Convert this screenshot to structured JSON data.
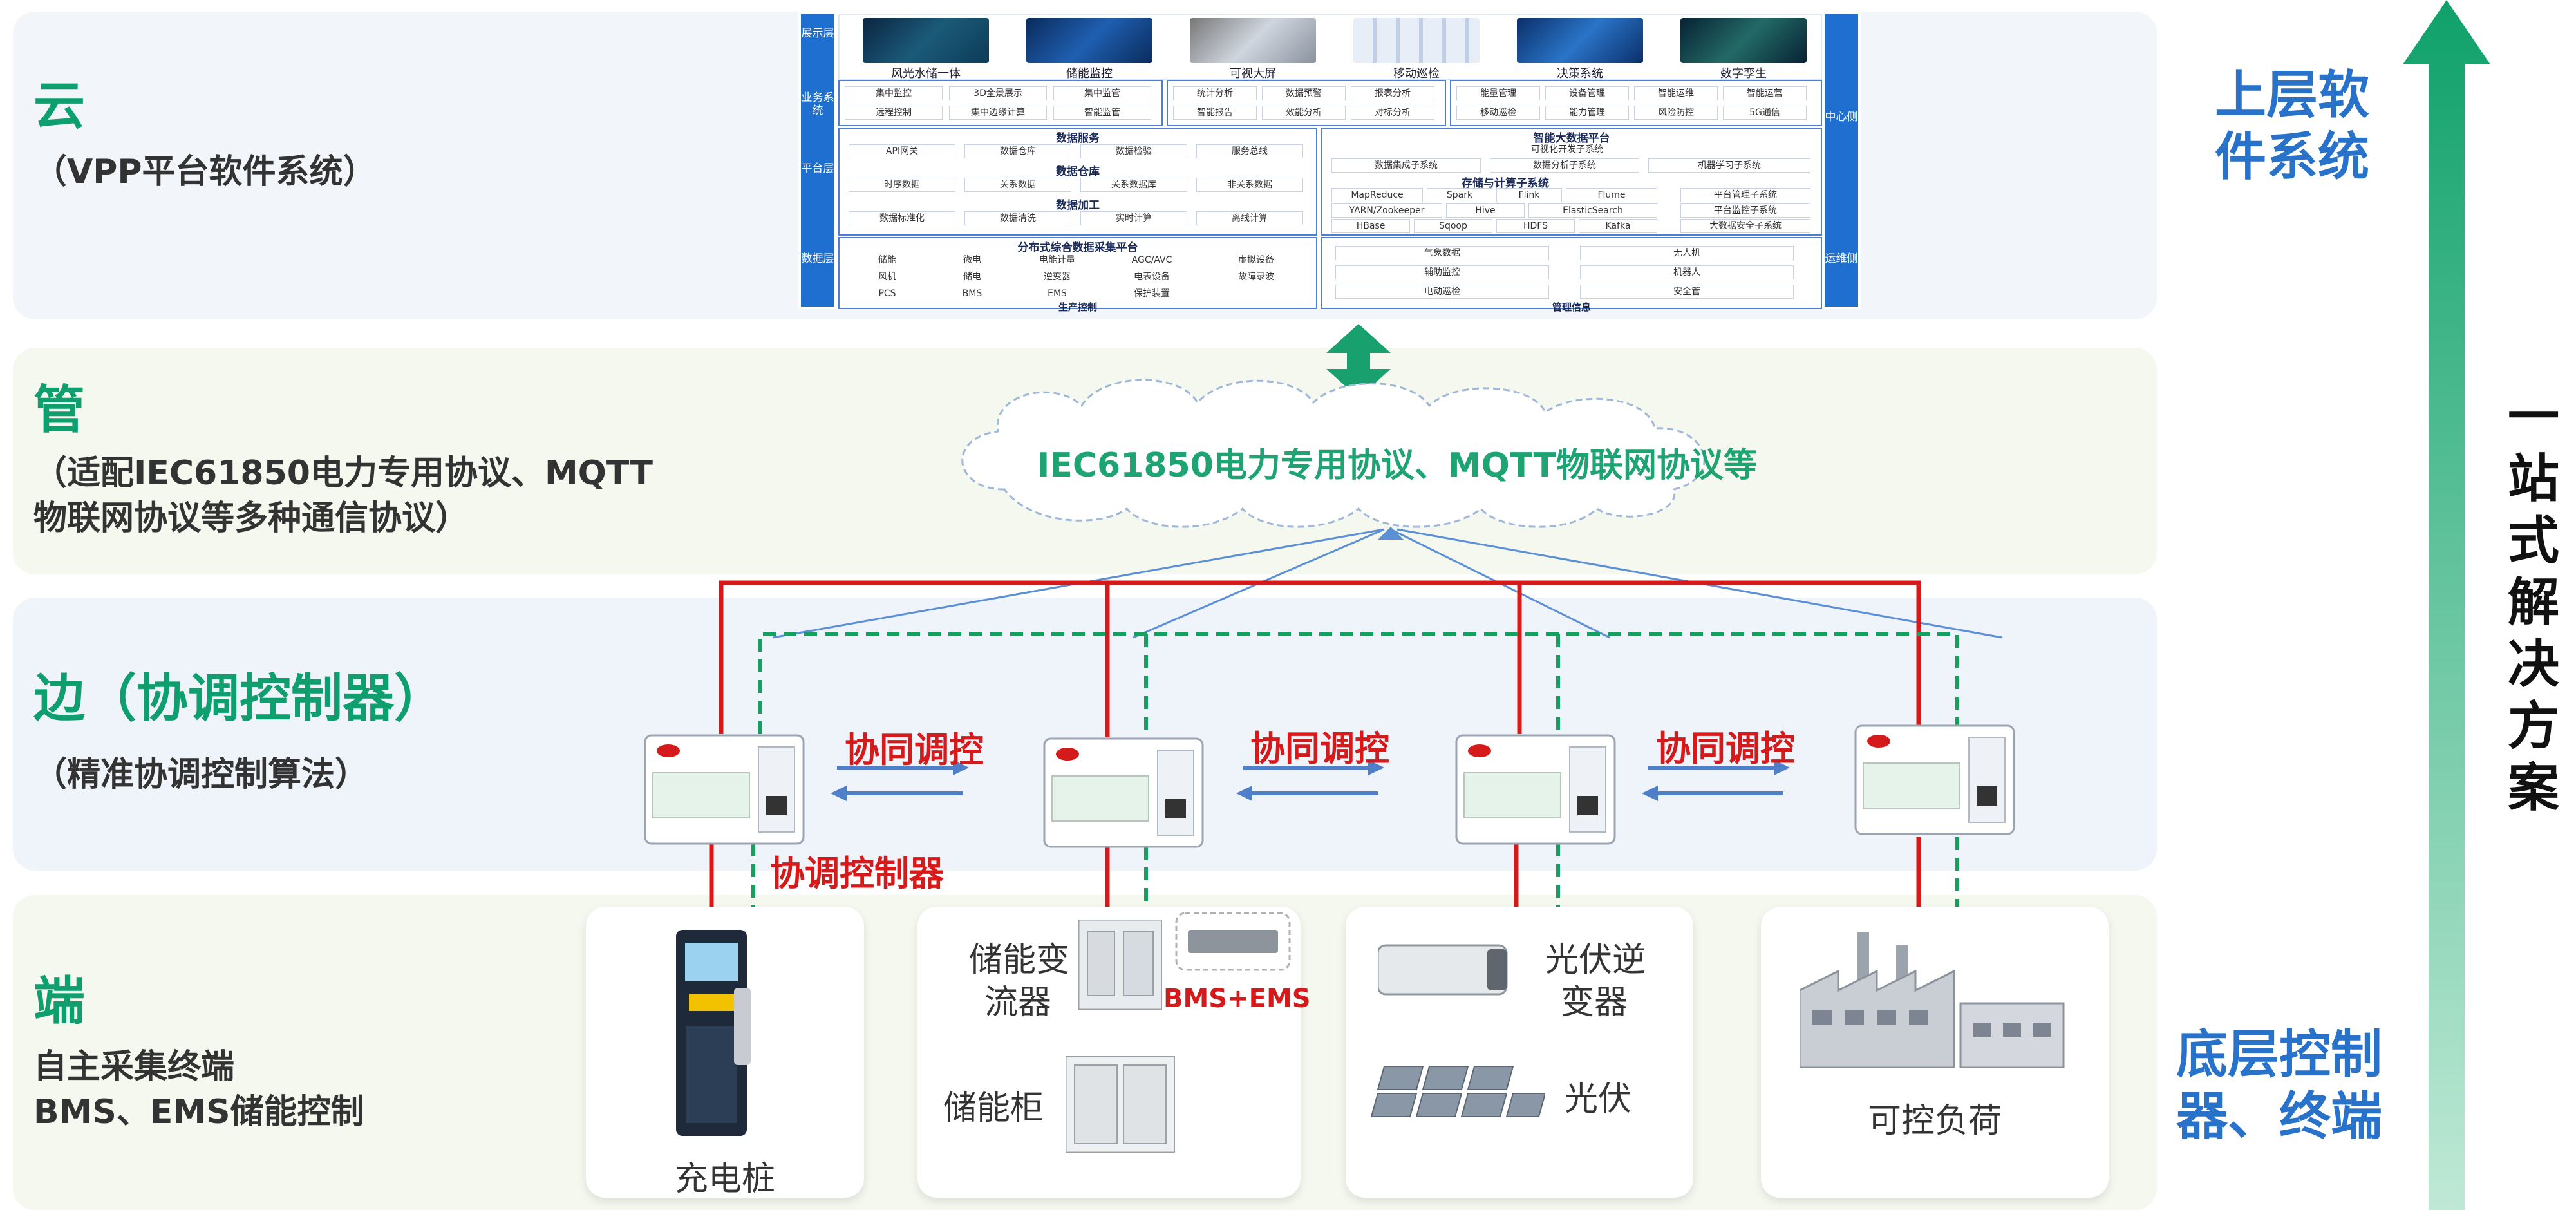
{
  "layers": {
    "cloud": {
      "title": "云",
      "subtitle": "（VPP平台软件系统）"
    },
    "pipe": {
      "title": "管",
      "subtitle_line1": "（适配IEC61850电力专用协议、MQTT",
      "subtitle_line2": "物联网协议等多种通信协议）"
    },
    "edge": {
      "title": "边（协调控制器）",
      "subtitle": "（精准协调控制算法）"
    },
    "end": {
      "title": "端",
      "subtitle_line1": "自主采集终端",
      "subtitle_line2": "BMS、EMS储能控制"
    }
  },
  "vpp": {
    "left_labels": [
      "展示层",
      "业务系统",
      "平台层",
      "数据层"
    ],
    "right_labels": [
      "中心侧",
      "运维侧"
    ],
    "screens": [
      "风光水储一体",
      "储能监控",
      "可视大屏",
      "移动巡检",
      "决策系统",
      "数字孪生"
    ],
    "biz_a": [
      "集中监控",
      "3D全景展示",
      "集中监管",
      "远程控制",
      "集中边缘计算",
      "智能监管"
    ],
    "biz_b": [
      "统计分析",
      "数据预警",
      "报表分析",
      "智能报告",
      "效能分析",
      "对标分析"
    ],
    "biz_c": [
      "能量管理",
      "设备管理",
      "智能运维",
      "智能运营",
      "移动巡检",
      "能力管理",
      "风险防控",
      "5G通信"
    ],
    "data_service": {
      "title": "数据服务",
      "items": [
        "API网关",
        "数据仓库",
        "数据检验",
        "服务总线"
      ]
    },
    "data_warehouse": {
      "title": "数据仓库",
      "items": [
        "时序数据",
        "关系数据",
        "关系数据库",
        "非关系数据"
      ]
    },
    "data_process": {
      "title": "数据加工",
      "items": [
        "数据标准化",
        "数据清洗",
        "实时计算",
        "离线计算"
      ]
    },
    "collect": {
      "title": "分布式综合数据采集平台",
      "items": [
        "储能",
        "微电",
        "电能计量",
        "AGC/AVC",
        "虚拟设备",
        "风机",
        "储电",
        "逆变器",
        "电表设备",
        "故障录波",
        "PCS",
        "BMS",
        "EMS",
        "保护装置"
      ],
      "footer": "生产控制"
    },
    "bigdata": {
      "title": "智能大数据平台",
      "rows": [
        "可视化开发子系统",
        "数据集成子系统",
        "数据分析子系统",
        "机器学习子系统"
      ]
    },
    "storage": {
      "title": "存储与计算子系统",
      "items": [
        "MapReduce",
        "Spark",
        "Flink",
        "Flume",
        "YARN/Zookeeper",
        "Hive",
        "ElasticSearch",
        "HBase",
        "Sqoop",
        "HDFS",
        "Kafka"
      ],
      "side": [
        "平台管理子系统",
        "平台监控子系统",
        "大数据安全子系统"
      ]
    },
    "mgmt": {
      "items": [
        "气象数据",
        "无人机",
        "辅助监控",
        "机器人",
        "电动巡检",
        "安全管"
      ],
      "footer": "管理信息"
    }
  },
  "protocol_text": "IEC61850电力专用协议、MQTT物联网协议等",
  "sync_label": "协同调控",
  "controller_label": "协调控制器",
  "devices": {
    "charger": "充电桩",
    "storage_converter": "储能变流器",
    "storage_converter_l1": "储能变",
    "storage_converter_l2": "流器",
    "bms_ems": "BMS+EMS",
    "storage_cabinet": "储能柜",
    "pv_inverter_l1": "光伏逆",
    "pv_inverter_l2": "变器",
    "pv": "光伏",
    "load": "可控负荷"
  },
  "right_top": {
    "l1": "上层软",
    "l2": "件系统"
  },
  "right_bottom": {
    "l1": "底层控制",
    "l2": "器、终端"
  },
  "side_chars": [
    "一",
    "站",
    "式",
    "解",
    "决",
    "方",
    "案"
  ],
  "colors": {
    "green": "#0f9e6e",
    "red": "#d41a1a",
    "blue": "#2872c9",
    "link_blue": "#5b8fd6"
  }
}
